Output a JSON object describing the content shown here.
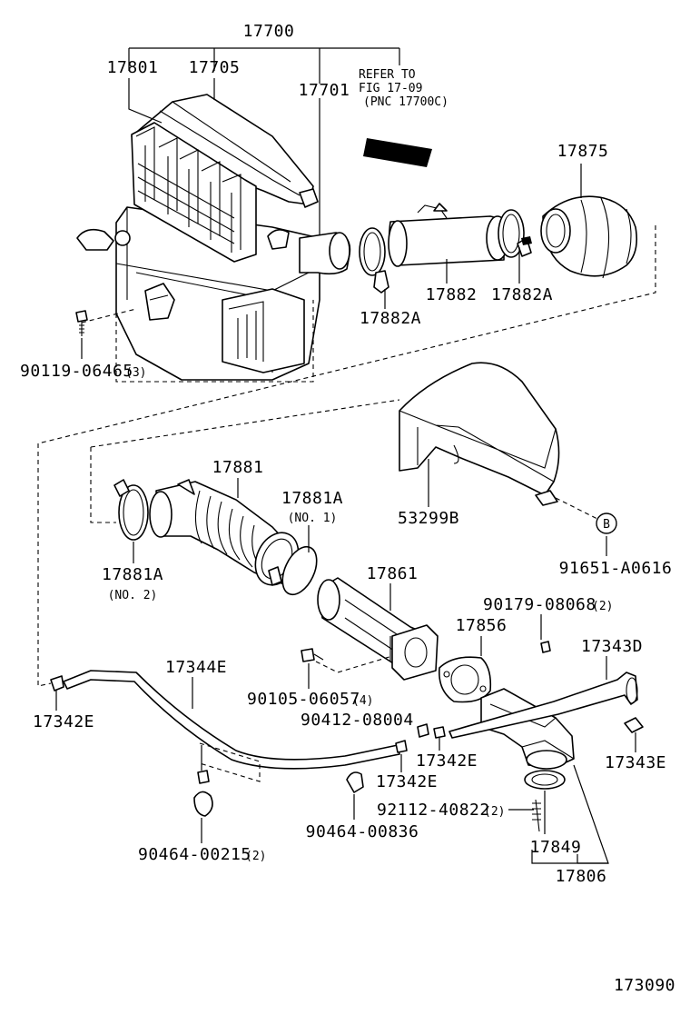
{
  "diagram": {
    "part_labels": {
      "p17700": "17700",
      "p17801": "17801",
      "p17705": "17705",
      "p17701": "17701",
      "p17875": "17875",
      "p17882": "17882",
      "p17882a_1": "17882A",
      "p17882a_2": "17882A",
      "p90119": "90119-06465",
      "p90119_qty": "(3)",
      "p53299b": "53299B",
      "p91651": "91651-A0616",
      "p17881": "17881",
      "p17881a_1": "17881A",
      "p17881a_1_note": "(NO. 1)",
      "p17881a_2": "17881A",
      "p17881a_2_note": "(NO. 2)",
      "p17861": "17861",
      "p90179": "90179-08068",
      "p90179_qty": "(2)",
      "p17856": "17856",
      "p17343d": "17343D",
      "p17344e": "17344E",
      "p90105": "90105-06057",
      "p90105_qty": "(4)",
      "p17342e_1": "17342E",
      "p90412": "90412-08004",
      "p17342e_2": "17342E",
      "p17343e": "17343E",
      "p17342e_3": "17342E",
      "p92112": "92112-40822",
      "p92112_qty": "(2)",
      "p90464_00836": "90464-00836",
      "p17849": "17849",
      "p90464_00215": "90464-00215",
      "p90464_00215_qty": "(2)",
      "p17806": "17806"
    },
    "refer_note": {
      "line1": "REFER TO",
      "line2": "FIG 17-09",
      "line3": "(PNC 17700C)"
    },
    "callout_letter": "B",
    "figure_number": "173090"
  }
}
